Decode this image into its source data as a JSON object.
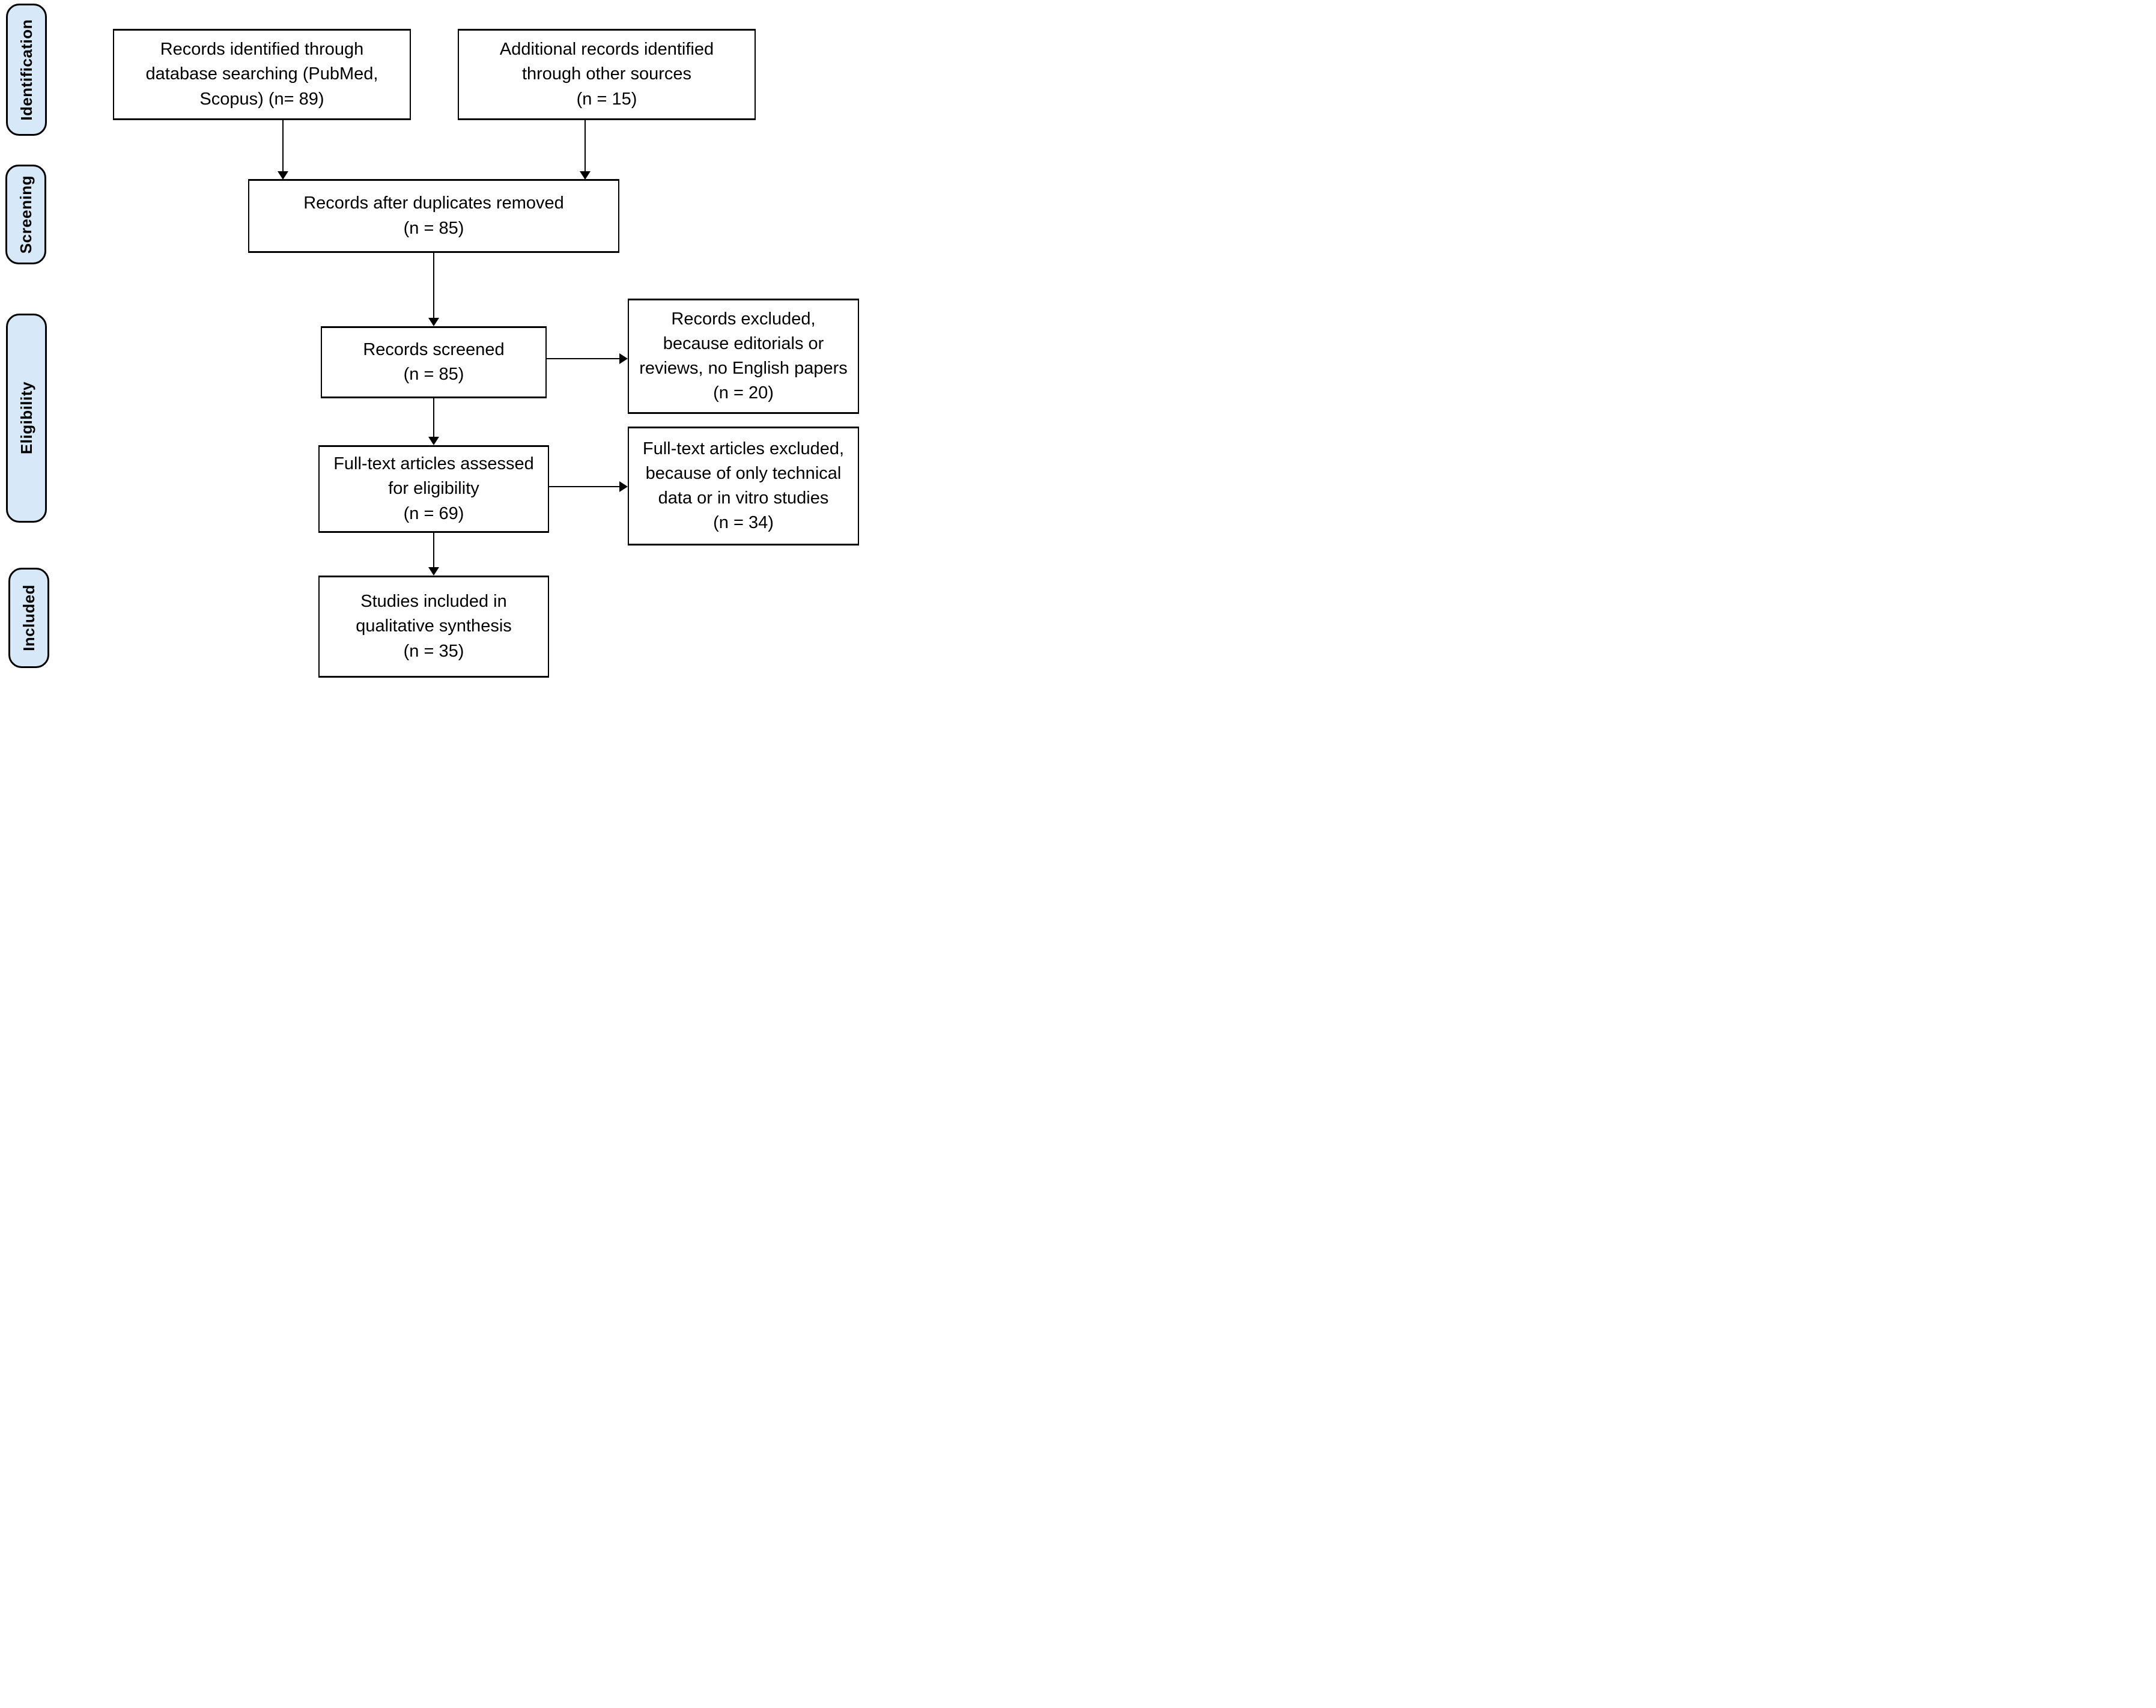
{
  "figure": {
    "type": "prisma-flow-diagram",
    "colors": {
      "stage_fill": "#d7e9f8",
      "border": "#000000",
      "background": "#ffffff"
    },
    "stages": [
      {
        "label": "Identification"
      },
      {
        "label": "Screening"
      },
      {
        "label": "Eligibility"
      },
      {
        "label": "Included"
      }
    ],
    "nodes": {
      "identified": {
        "text": "Records identified through\ndatabase searching (PubMed,\nScopus) (n= 89)"
      },
      "additional": {
        "text": "Additional records identified\nthrough other sources\n(n = 15)"
      },
      "deduplicated": {
        "text": "Records after duplicates removed\n(n = 85)"
      },
      "screened": {
        "text": "Records screened\n(n = 85)"
      },
      "records_excluded": {
        "text": "Records excluded,\nbecause editorials or\nreviews, no English papers\n(n = 20)"
      },
      "fulltext_assessed": {
        "text": "Full-text articles assessed\nfor eligibility\n(n = 69)"
      },
      "fulltext_excluded": {
        "text": "Full-text articles excluded,\nbecause of only technical\ndata or in vitro studies\n(n = 34)"
      },
      "included_studies": {
        "text": "Studies included in\nqualitative synthesis\n(n = 35)"
      }
    }
  }
}
